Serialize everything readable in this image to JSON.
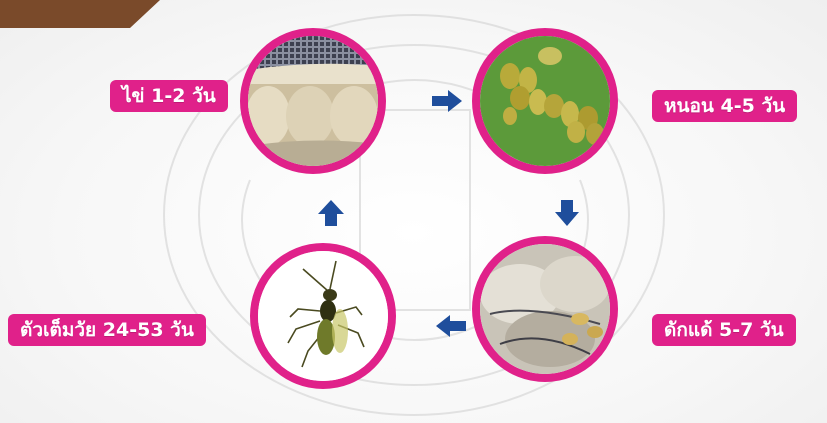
{
  "stages": {
    "egg": {
      "label": "ไข่ 1-2 วัน"
    },
    "larva": {
      "label": "หนอน 4-5 วัน"
    },
    "pupa": {
      "label": "ดักแด้ 5-7 วัน"
    },
    "adult": {
      "label": "ตัวเต็มวัย 24-53 วัน"
    }
  },
  "colors": {
    "accent": "#e0218a",
    "arrow": "#1f4e9c",
    "corner": "#7a4a2a"
  },
  "icons": [
    "right-arrow-icon",
    "down-arrow-icon",
    "left-arrow-icon",
    "up-arrow-icon"
  ]
}
